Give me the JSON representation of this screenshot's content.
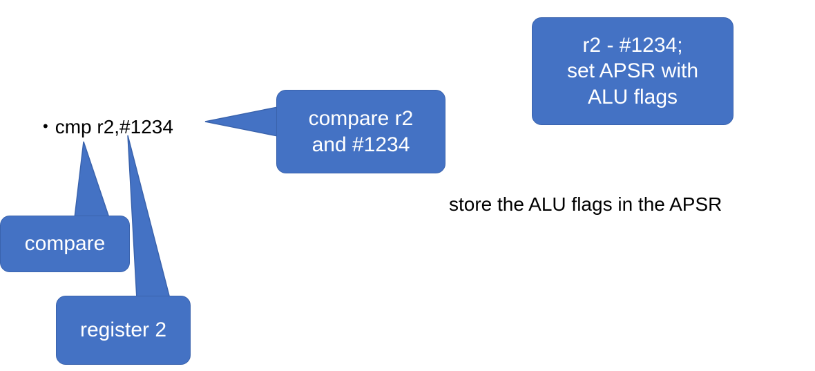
{
  "instruction": {
    "bullet": "•",
    "text": "cmp r2,#1234"
  },
  "callouts": {
    "compare_operands": [
      "compare r2",
      "and #1234"
    ],
    "result": [
      "r2 - #1234;",
      "set APSR with",
      "ALU flags"
    ],
    "opcode": "compare",
    "register": "register 2"
  },
  "note": "store the ALU flags in the APSR",
  "colors": {
    "callout_fill": "#4472c4",
    "callout_text": "#ffffff",
    "text": "#000000"
  }
}
